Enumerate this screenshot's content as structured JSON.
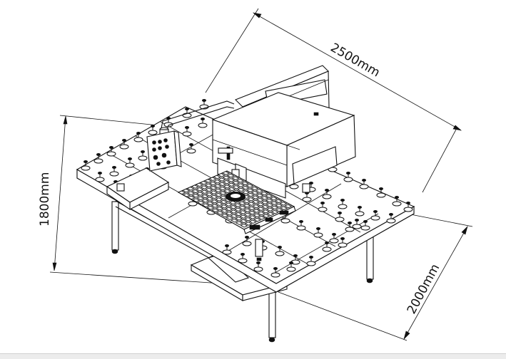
{
  "dimensions": {
    "length": "2500mm",
    "height": "1800mm",
    "width": "2000mm"
  }
}
